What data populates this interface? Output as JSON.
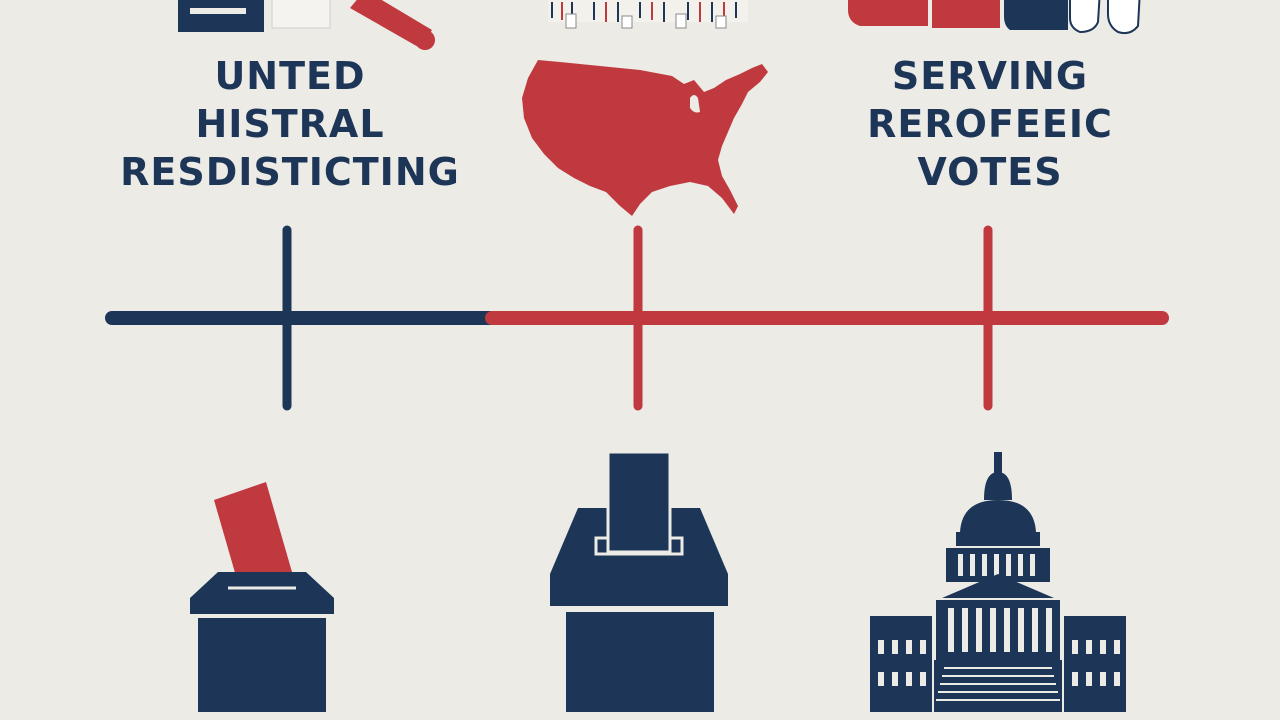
{
  "left_heading": {
    "line1": "UNTED",
    "line2": "HISTRAL",
    "line3": "RESDISTICTING"
  },
  "right_heading": {
    "line1": "SERVING",
    "line2": "REROFEEIC",
    "line3": "VOTES"
  },
  "colors": {
    "background": "#ecebe6",
    "navy": "#1d3557",
    "red": "#c0393f"
  },
  "icons": {
    "top_left": "ballot-card-icon",
    "top_center": "people-crowd-icon",
    "top_right": "people-bust-icon",
    "map": "us-map-icon",
    "bottom_left": "ballot-box-icon",
    "bottom_center": "ballot-box-icon",
    "bottom_right": "capitol-building-icon"
  }
}
